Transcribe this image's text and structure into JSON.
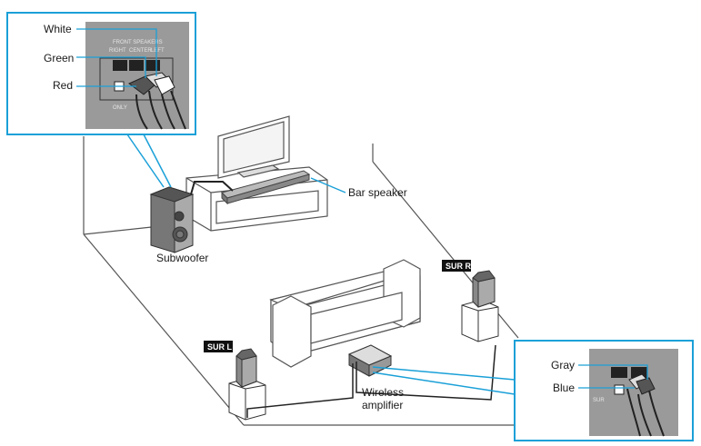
{
  "inset_top": {
    "labels": {
      "white": "White",
      "green": "Green",
      "red": "Red"
    },
    "panel_title": "FRONT SPEAKERS",
    "jacks": {
      "right": "RIGHT",
      "center": "CENTER",
      "left": "LEFT"
    },
    "only_text": "ONLY"
  },
  "room": {
    "bar_speaker": "Bar speaker",
    "subwoofer": "Subwoofer",
    "sur_r": "SUR R",
    "sur_l": "SUR L",
    "wireless_amp_line1": "Wireless",
    "wireless_amp_line2": "amplifier"
  },
  "inset_bottom": {
    "labels": {
      "gray": "Gray",
      "blue": "Blue"
    },
    "panel_text": "SUR"
  },
  "colors": {
    "callout": "#1aa0d8",
    "panel": "#9a9a9a",
    "outline": "#555555"
  }
}
